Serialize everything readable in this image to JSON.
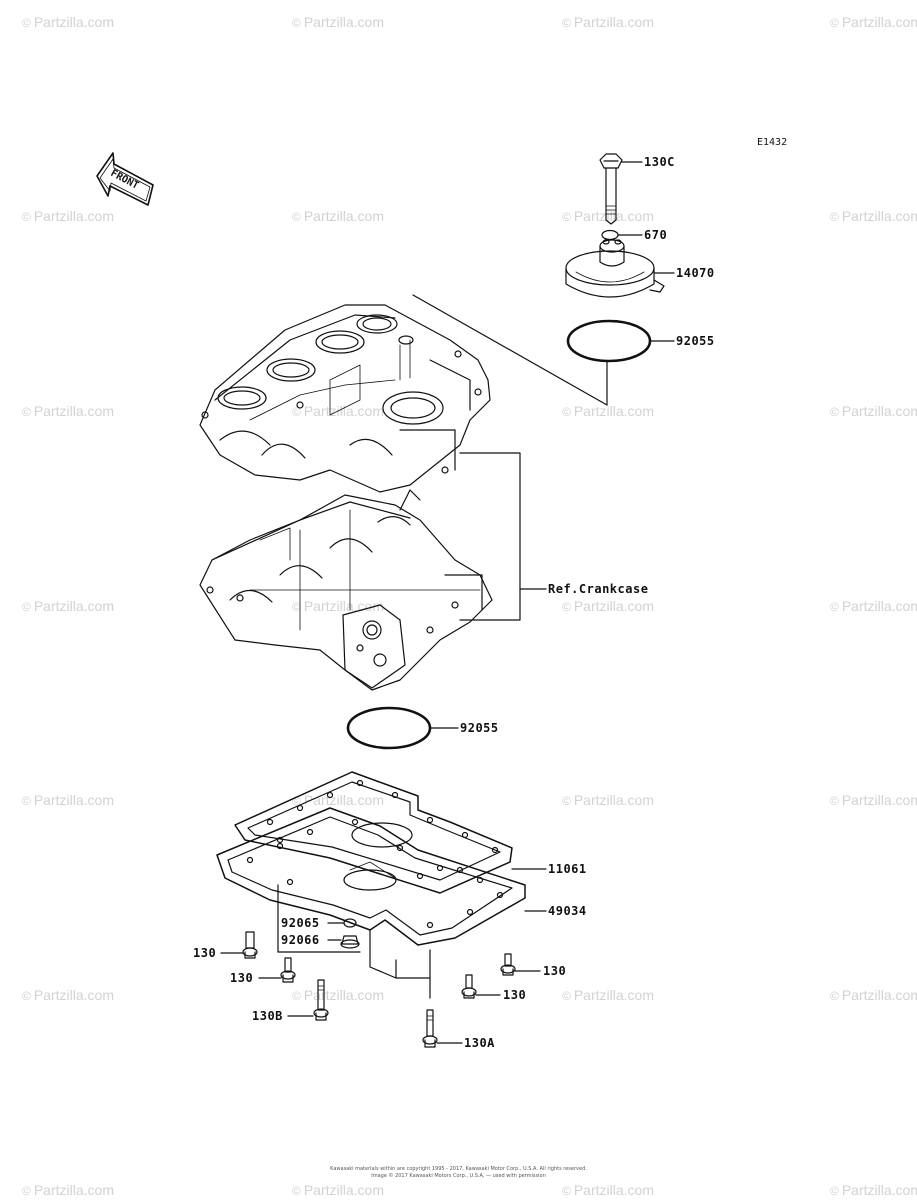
{
  "diagram_code": "E1432",
  "front_label": "FRONT",
  "watermark_text": "Partzilla.com",
  "copyright_line1": "Kawasaki materials within are copyright 1995 - 2017, Kawasaki Motor Corp., U.S.A. All rights reserved.",
  "copyright_line2": "Image © 2017 Kawasaki Motors Corp., U.S.A. — used with permission",
  "labels": {
    "p130C": "130C",
    "p670": "670",
    "p14070": "14070",
    "p92055_top": "92055",
    "ref_crankcase": "Ref.Crankcase",
    "p92055_bottom": "92055",
    "p11061": "11061",
    "p49034": "49034",
    "p92065": "92065",
    "p92066": "92066",
    "p130_a": "130",
    "p130_b": "130",
    "p130_c": "130",
    "p130_d": "130",
    "p130B": "130B",
    "p130A": "130A"
  },
  "colors": {
    "line": "#111111",
    "watermark": "#d2d2d2"
  }
}
